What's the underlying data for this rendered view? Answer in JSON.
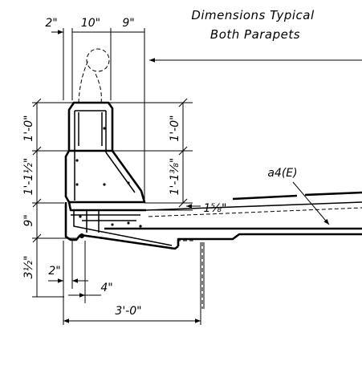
{
  "note": {
    "line1": "Dimensions Typical",
    "line2": "Both Parapets"
  },
  "bar_label": "a4(E)",
  "dimensions": {
    "top_2in": "2\"",
    "top_10in": "10\"",
    "top_9in": "9\"",
    "left_1ft0in": "1'-0\"",
    "left_1ft1half": "1'-1½\"",
    "left_9in": "9\"",
    "left_3half": "3½\"",
    "right_1ft0in": "1'-0\"",
    "right_1ft1_3_8": "1'-1⅜\"",
    "right_1_5_8": "1⅝\"",
    "bottom_2in": "2\"",
    "bottom_4in": "4\"",
    "bottom_3ft0in": "3'-0\""
  }
}
